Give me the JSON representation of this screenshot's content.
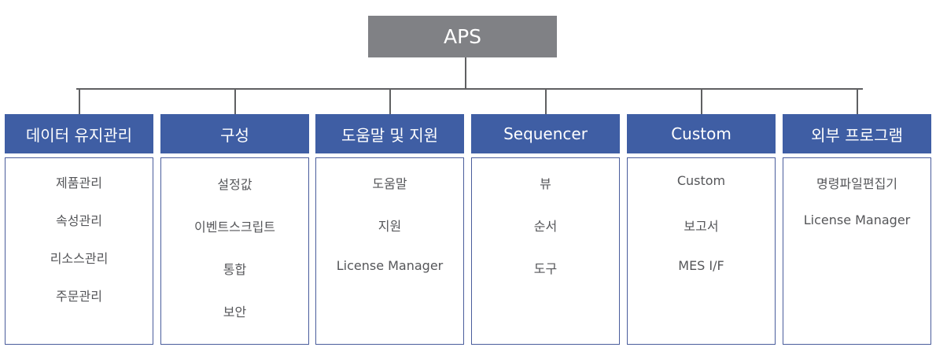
{
  "root": {
    "label": "APS"
  },
  "branches": [
    {
      "title": "데이터 유지관리",
      "items": [
        "제품관리",
        "속성관리",
        "리소스관리",
        "주문관리"
      ]
    },
    {
      "title": "구성",
      "items": [
        "설정값",
        "이벤트스크립트",
        "통합",
        "보안"
      ]
    },
    {
      "title": "도움말 및 지원",
      "items": [
        "도움말",
        "지원",
        "License Manager"
      ]
    },
    {
      "title": "Sequencer",
      "items": [
        "뷰",
        "순서",
        "도구"
      ]
    },
    {
      "title": "Custom",
      "items": [
        "Custom",
        "보고서",
        "MES I/F"
      ]
    },
    {
      "title": "외부 프로그램",
      "items": [
        "명령파일편집기",
        "License Manager"
      ]
    }
  ]
}
